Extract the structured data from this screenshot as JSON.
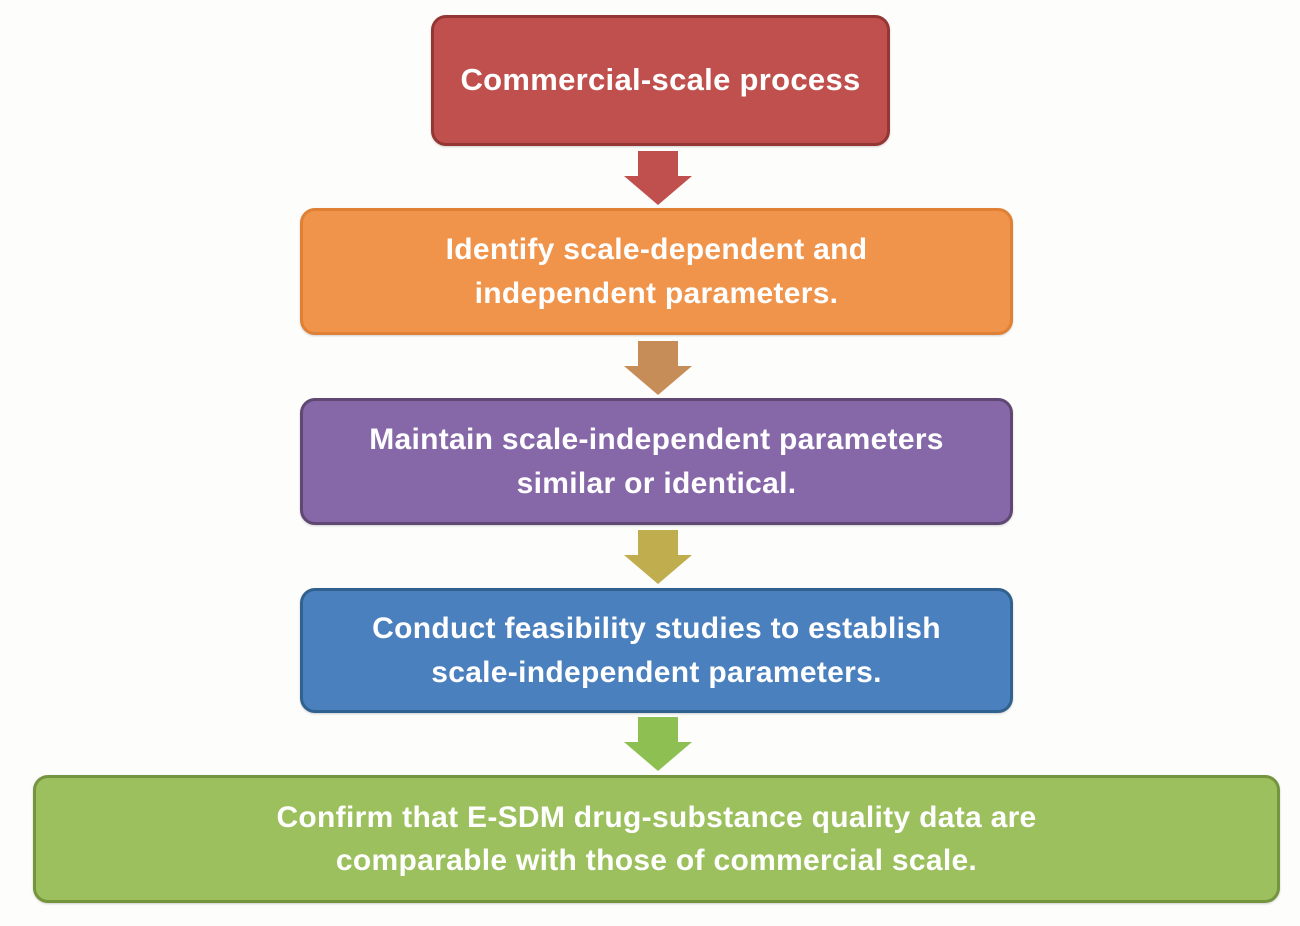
{
  "diagram": {
    "type": "flowchart",
    "direction": "top-down",
    "text_color": "#ffffff",
    "steps": [
      {
        "id": "commercial-scale-process",
        "label": "Commercial-scale process",
        "fill": "#c0504d",
        "border": "#943734"
      },
      {
        "id": "identify-parameters",
        "label": "Identify scale-dependent and\nindependent parameters.",
        "fill": "#f0944c",
        "border": "#df8034"
      },
      {
        "id": "maintain-parameters",
        "label": "Maintain scale-independent parameters\nsimilar or identical.",
        "fill": "#8667a8",
        "border": "#5f4973"
      },
      {
        "id": "conduct-feasibility-studies",
        "label": "Conduct feasibility studies to establish\nscale-independent parameters.",
        "fill": "#4b80be",
        "border": "#30618f"
      },
      {
        "id": "confirm-quality-data",
        "label": "Confirm that E-SDM drug-substance quality data are\ncomparable with those of commercial scale.",
        "fill": "#9cc05e",
        "border": "#75943e"
      }
    ],
    "arrows": [
      {
        "id": "arrow-1",
        "color": "#c0504d"
      },
      {
        "id": "arrow-2",
        "color": "#c78d58"
      },
      {
        "id": "arrow-3",
        "color": "#bfad4e"
      },
      {
        "id": "arrow-4",
        "color": "#8ebf52"
      }
    ]
  }
}
